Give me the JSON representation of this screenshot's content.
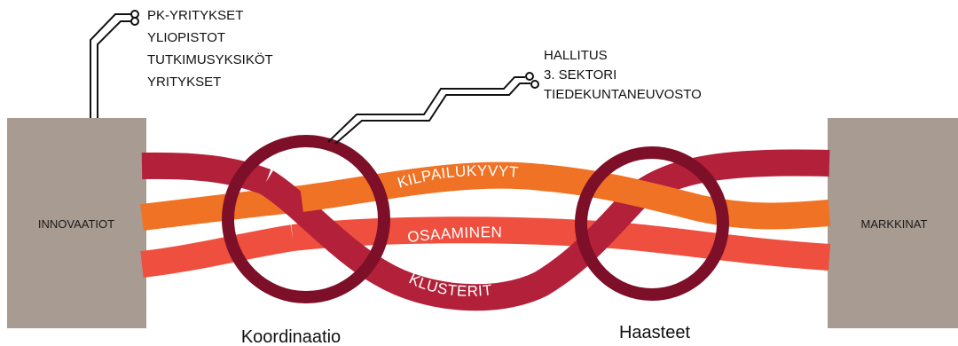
{
  "left_box": {
    "label": "INNOVAATIOT"
  },
  "right_box": {
    "label": "MARKKINAT"
  },
  "bands": {
    "kilpailukyvyt": "KILPAILUKYVYT",
    "osaaminen": "OSAAMINEN",
    "klusterit": "KLUSTERIT"
  },
  "stakeholders_left": [
    "PK-YRITYKSET",
    "YLIOPISTOT",
    "TUTKIMUSYKSIKÖT",
    "YRITYKSET"
  ],
  "stakeholders_mid": [
    "HALLITUS",
    "3. SEKTORI",
    "TIEDEKUNTANEUVOSTO"
  ],
  "knots": {
    "left": "Koordinaatio",
    "right": "Haasteet"
  },
  "colors": {
    "box": "#a89b91",
    "crimson": "#b3203a",
    "orange": "#f07224",
    "coral": "#ee4f3e",
    "ring": "#7d1028",
    "wire": "#111111"
  }
}
